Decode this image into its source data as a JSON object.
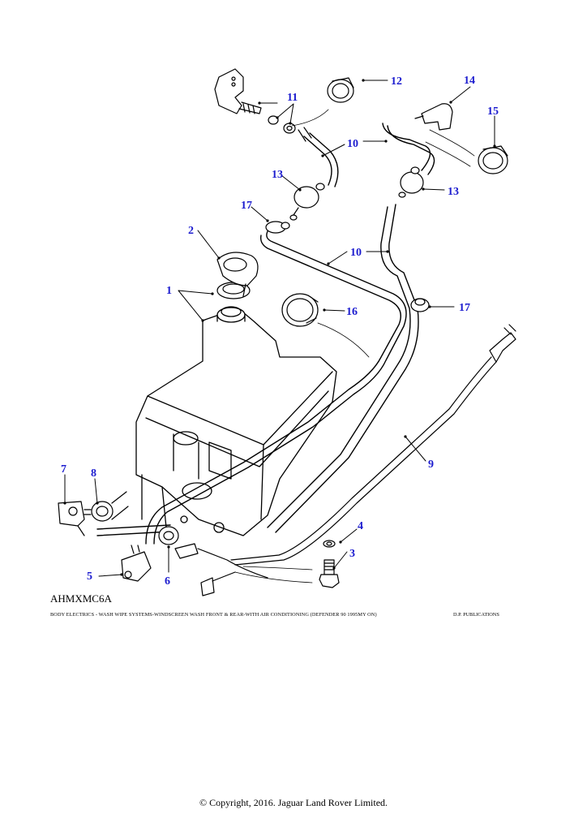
{
  "diagram": {
    "reference_code": "AHMXMC6A",
    "caption": "BODY ELECTRICS - WASH WIPE SYSTEMS-WINDSCREEN WASH FRONT & REAR-WITH AIR CONDITIONING (DEFENDER 90 1995MY ON)",
    "publisher": "D.P. PUBLICATIONS",
    "callout_color": "#1c1ccf",
    "callouts": {
      "c1": "1",
      "c2": "2",
      "c3": "3",
      "c4": "4",
      "c5": "5",
      "c6": "6",
      "c7": "7",
      "c8": "8",
      "c9": "9",
      "c10a": "10",
      "c10b": "10",
      "c11": "11",
      "c12": "12",
      "c13a": "13",
      "c13b": "13",
      "c14": "14",
      "c15": "15",
      "c16": "16",
      "c17a": "17",
      "c17b": "17"
    }
  },
  "footer": {
    "copyright": "© Copyright, 2016. Jaguar Land Rover Limited."
  }
}
